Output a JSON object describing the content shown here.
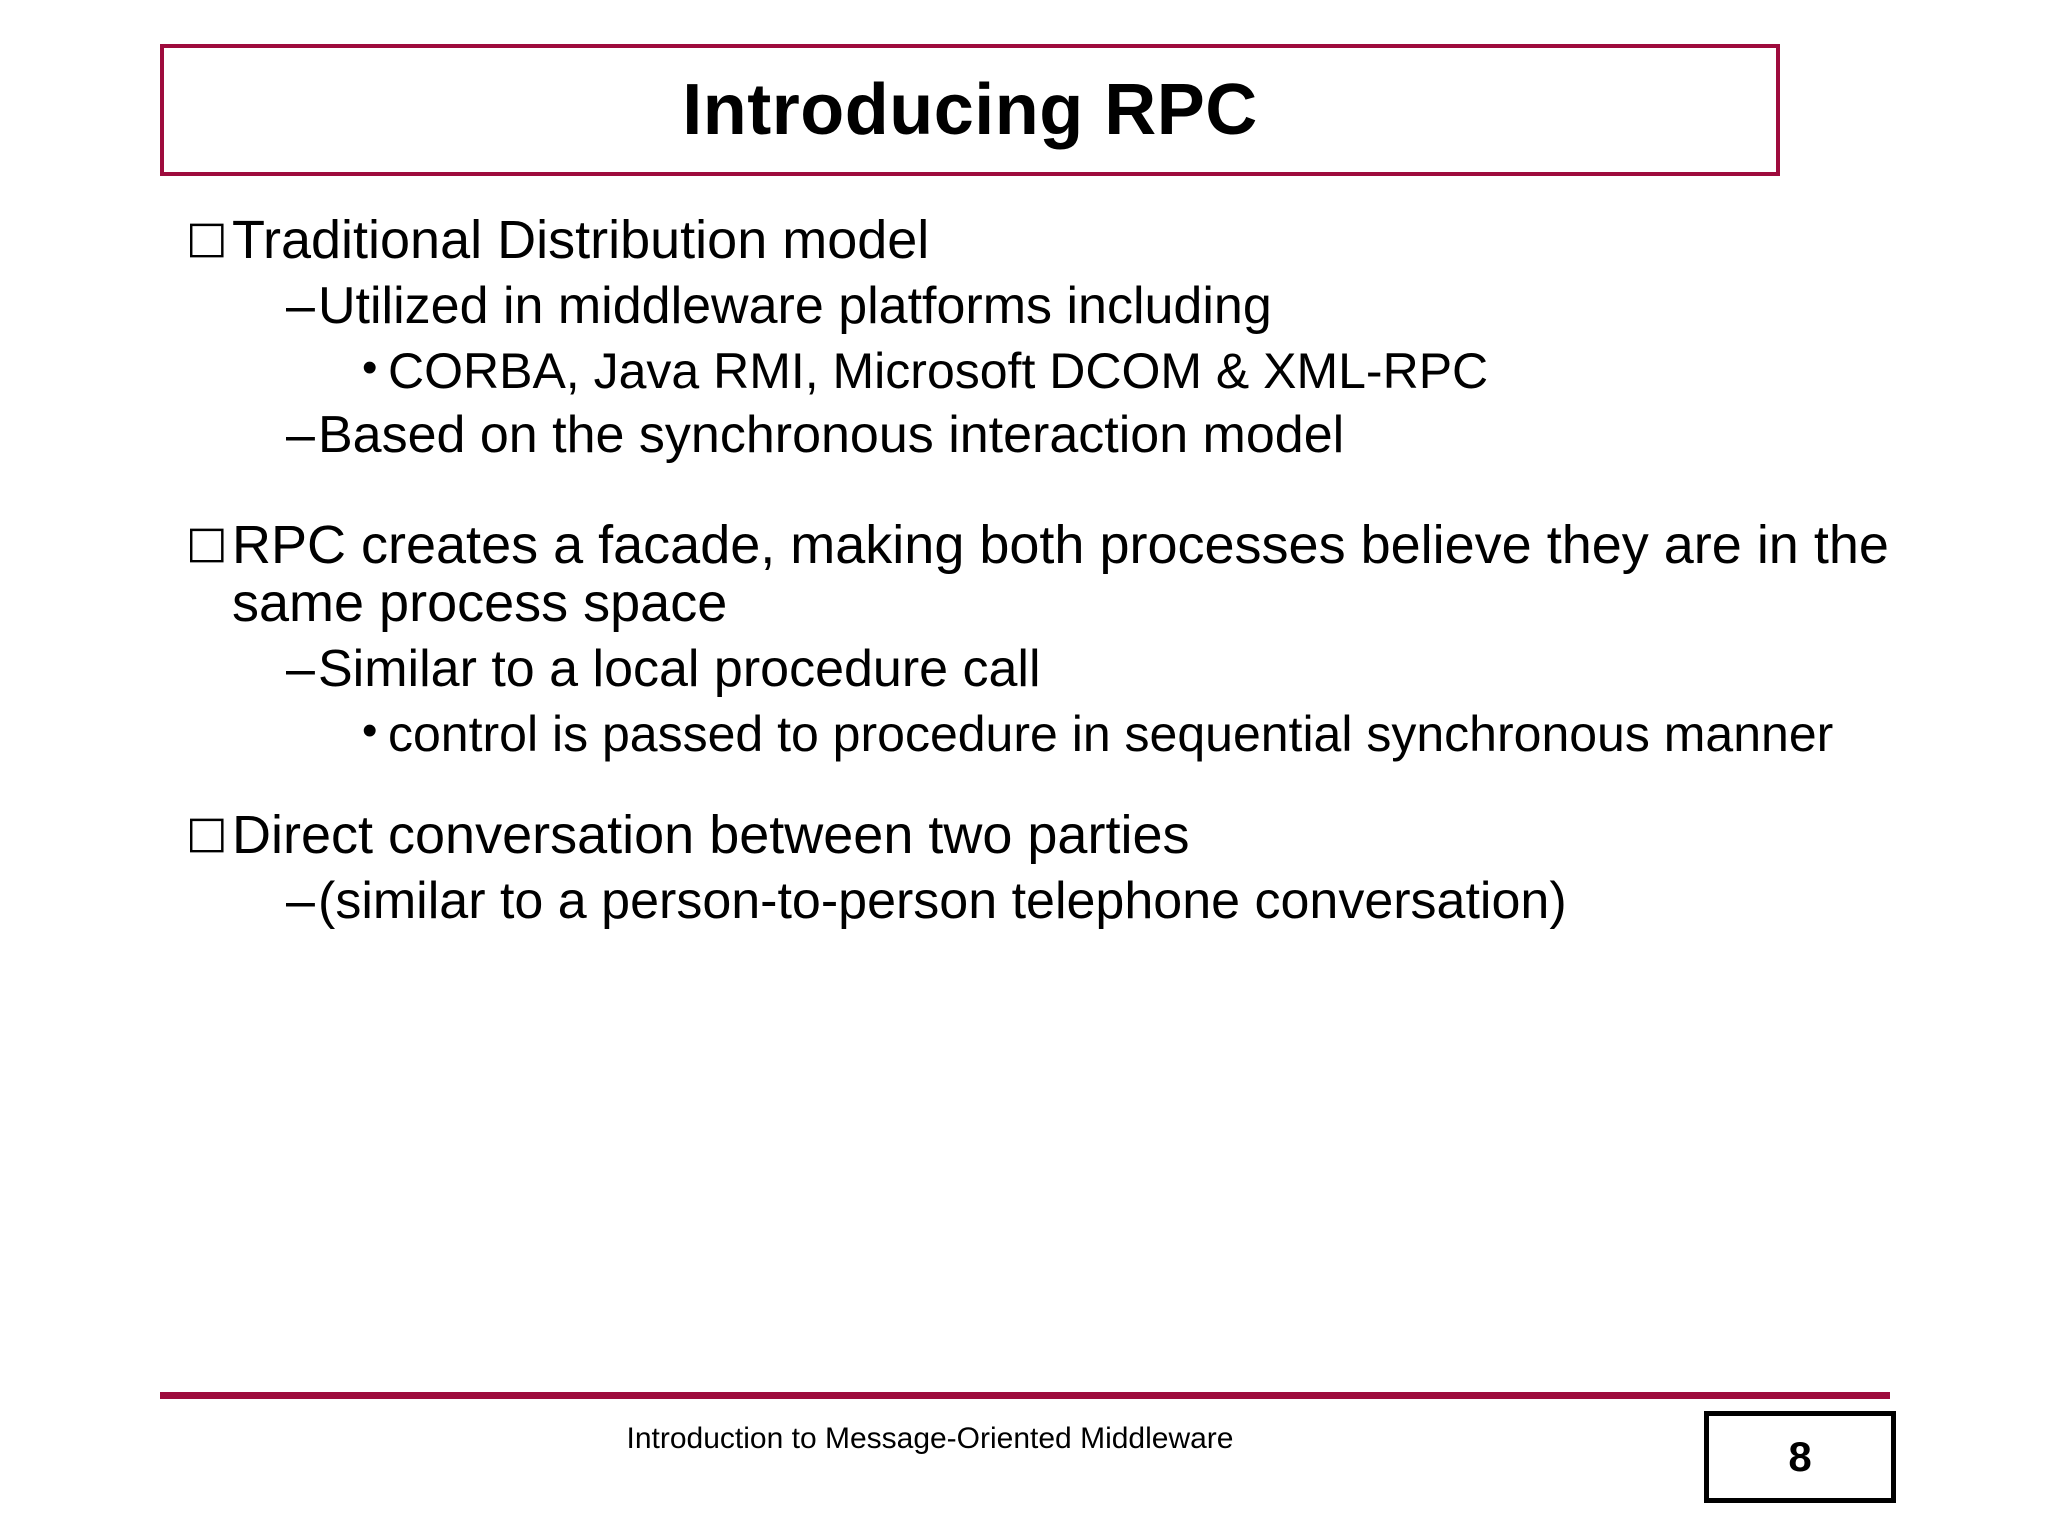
{
  "slide": {
    "title": "Introducing RPC",
    "accent_color": "#9e0b3d",
    "text_color": "#000000",
    "background_color": "#ffffff"
  },
  "markers": {
    "level1": "□",
    "level2": "–",
    "level3": "•"
  },
  "content": {
    "b1": "Traditional Distribution model",
    "b1s1": "Utilized in middleware platforms including",
    "b1s1s1": "CORBA, Java RMI, Microsoft DCOM & XML-RPC",
    "b1s2": "Based on the synchronous interaction model",
    "b2": "RPC creates a facade, making both processes believe they are in the same process space",
    "b2s1": "Similar to a local procedure call",
    "b2s1s1": "control is passed to procedure in sequential synchronous manner",
    "b3": "Direct conversation between two parties",
    "b3s1": "(similar to a person-to-person telephone conversation)"
  },
  "footer": {
    "text": "Introduction to Message-Oriented Middleware",
    "page_number": "8"
  }
}
